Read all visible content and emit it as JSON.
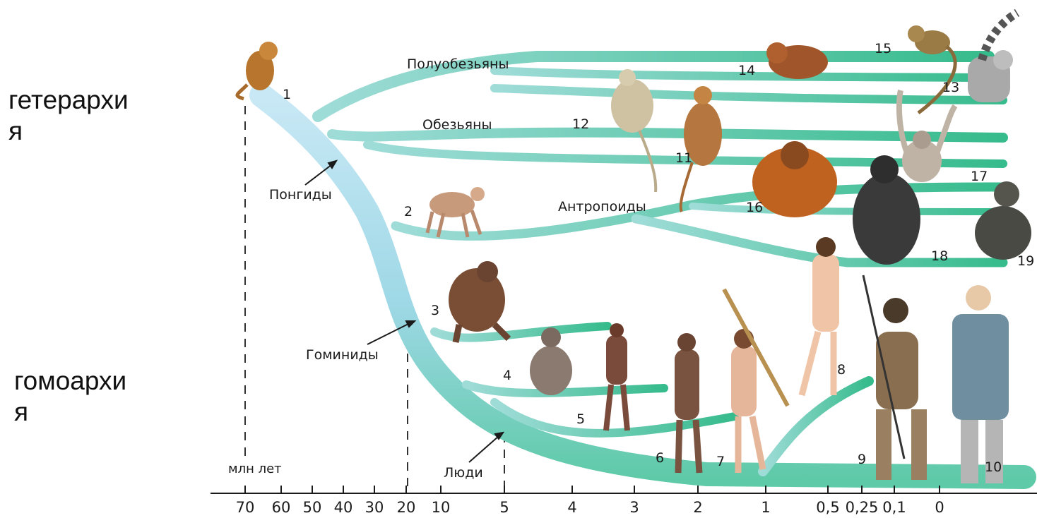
{
  "side_labels": {
    "top_line1": "гетерархи",
    "top_line2": "я",
    "bottom_line1": "гомоархи",
    "bottom_line2": "я"
  },
  "group_labels": {
    "prosimians": "Полуобезьяны",
    "monkeys": "Обезьяны",
    "pongids": "Понгиды",
    "anthropoids": "Антропоиды",
    "hominids": "Гоминиды",
    "humans": "Люди",
    "units": "млн лет"
  },
  "axis_ticks": [
    "70",
    "60",
    "50",
    "40",
    "30",
    "20",
    "10",
    "5",
    "4",
    "3",
    "2",
    "1",
    "0,5",
    "0,25",
    "0,1",
    "0"
  ],
  "numbers": [
    "1",
    "2",
    "3",
    "4",
    "5",
    "6",
    "7",
    "8",
    "9",
    "10",
    "11",
    "12",
    "13",
    "14",
    "15",
    "16",
    "17",
    "18",
    "19"
  ],
  "colors": {
    "trunk": "#b9dff0",
    "branch": "#4fc39a",
    "branch_light": "#8fd8bd",
    "ape_fur": "#8a5a3a",
    "gorilla": "#3a3a3a"
  }
}
